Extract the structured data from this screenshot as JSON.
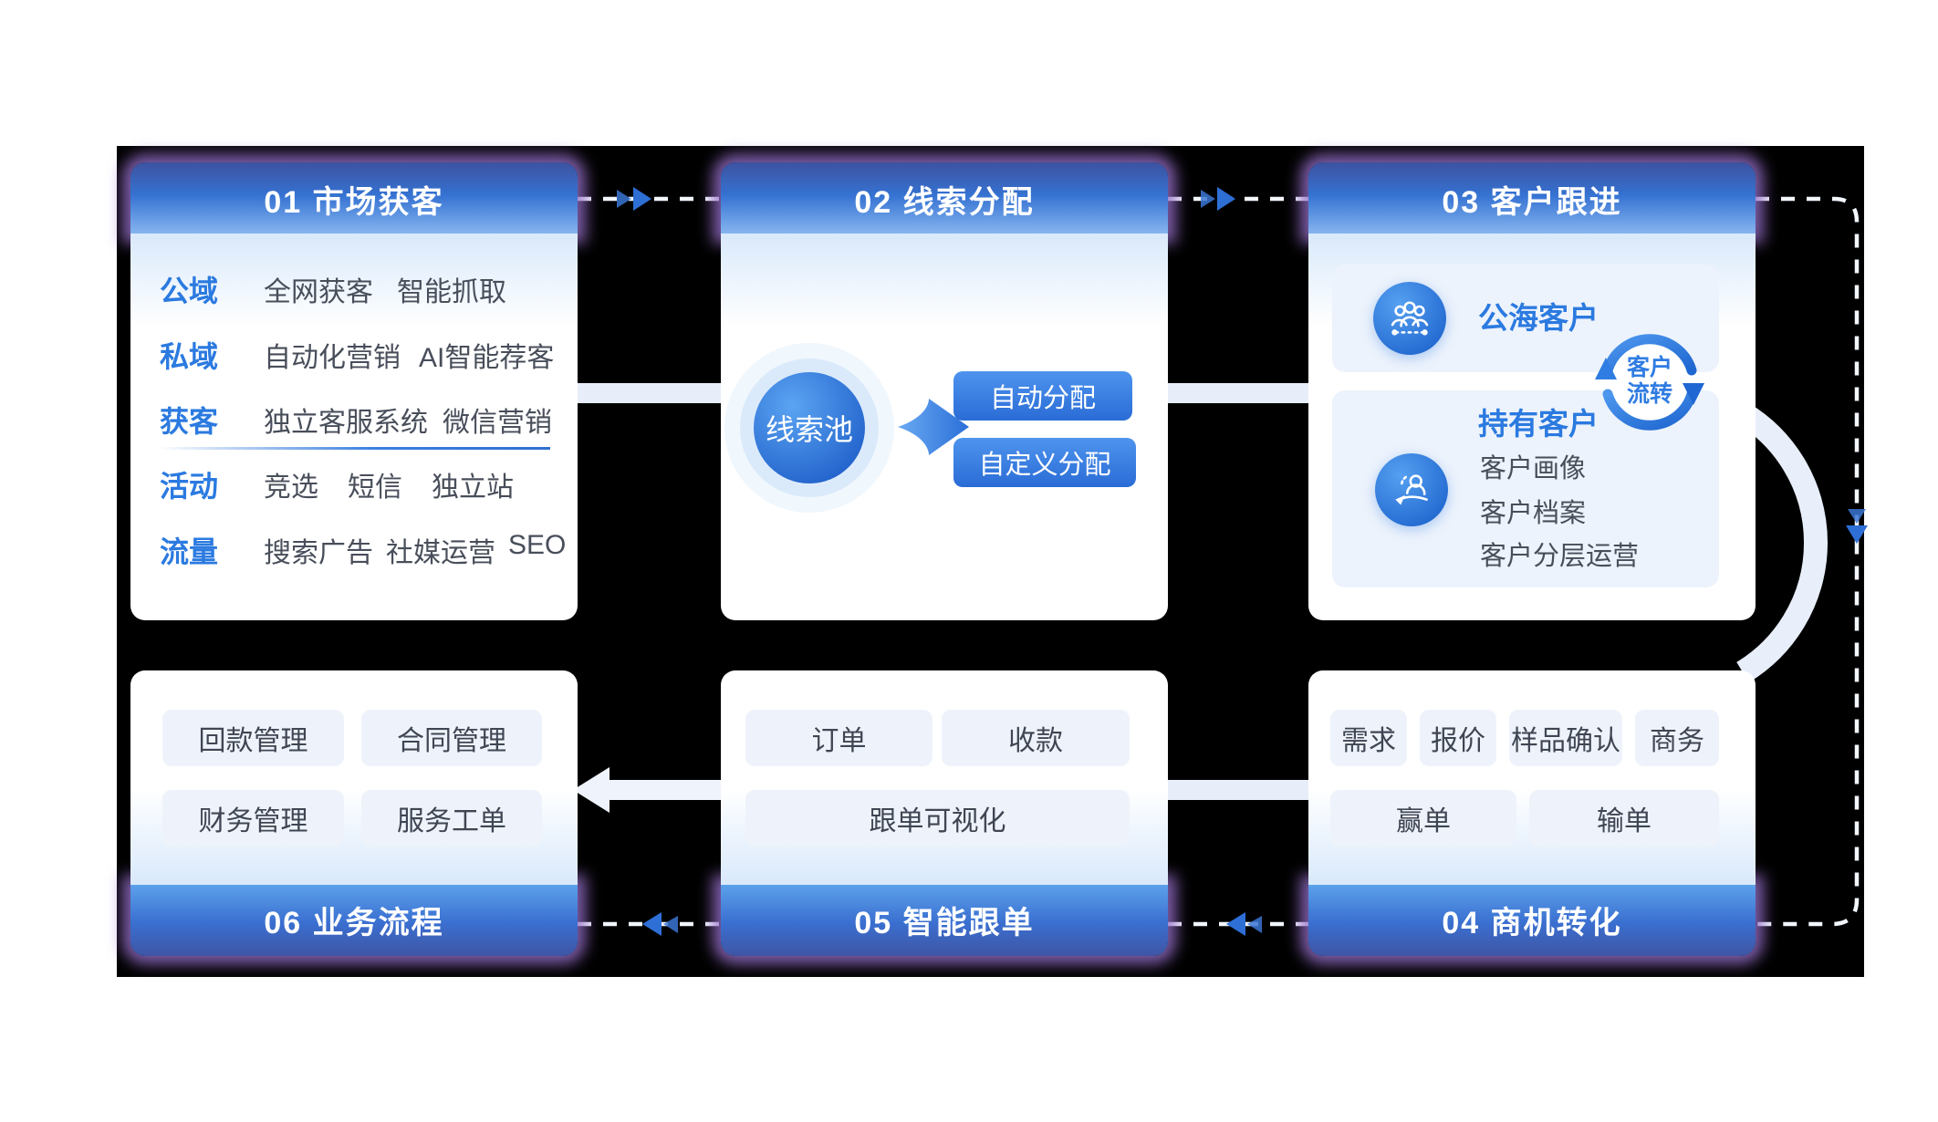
{
  "colors": {
    "page_bg": "#ffffff",
    "canvas_bg": "#000000",
    "accent_blue": "#2e77dd",
    "label_blue": "#2b7ae0",
    "text_dark": "#484e5a",
    "chip_bg": "#eef3fb",
    "panel_bg": "#edf3fc",
    "glow_purple": "#9671c6",
    "connector_light": "#e7eefa",
    "dashed_line": "#f2f6fd",
    "header_top_gradient": [
      "#3d529f",
      "#3572d2",
      "#8ab8f0"
    ],
    "header_bottom_gradient": [
      "#5da3ec",
      "#3a6fd0",
      "#3f55a4"
    ],
    "button_blue": "#2a6cd6",
    "pool_circle_blue": "#2263cc"
  },
  "icons": {
    "people_group": "people-group-icon",
    "customer_service": "hand-person-icon",
    "cycle": "cycle-arrows-icon",
    "chevron_right": "chevron-double-right-icon",
    "chevron_down": "chevron-double-down-icon",
    "chevron_left": "chevron-double-left-icon"
  },
  "cards": {
    "c1": {
      "title": "01 市场获客",
      "rows": [
        {
          "label": "公域",
          "items": [
            "全网获客",
            "智能抓取"
          ]
        },
        {
          "label": "私域",
          "items": [
            "自动化营销",
            "AI智能荐客"
          ]
        },
        {
          "label": "获客",
          "items": [
            "独立客服系统",
            "微信营销"
          ]
        },
        {
          "label": "活动",
          "items": [
            "竞选",
            "短信",
            "独立站"
          ]
        },
        {
          "label": "流量",
          "items": [
            "搜索广告",
            "社媒运营",
            "SEO"
          ]
        }
      ]
    },
    "c2": {
      "title": "02 线索分配",
      "pool_label": "线索池",
      "buttons": [
        "自动分配",
        "自定义分配"
      ]
    },
    "c3": {
      "title": "03 客户跟进",
      "panel1_title": "公海客户",
      "panel2_title": "持有客户",
      "panel2_items": [
        "客户画像",
        "客户档案",
        "客户分层运营"
      ],
      "badge_line1": "客户",
      "badge_line2": "流转"
    },
    "c4": {
      "title": "04 商机转化",
      "chips_row1": [
        "需求",
        "报价",
        "样品确认",
        "商务"
      ],
      "chips_row2": [
        "赢单",
        "输单"
      ]
    },
    "c5": {
      "title": "05 智能跟单",
      "chips_row1": [
        "订单",
        "收款"
      ],
      "chips_row2": [
        "跟单可视化"
      ]
    },
    "c6": {
      "title": "06 业务流程",
      "chips_row1": [
        "回款管理",
        "合同管理"
      ],
      "chips_row2": [
        "财务管理",
        "服务工单"
      ]
    }
  }
}
